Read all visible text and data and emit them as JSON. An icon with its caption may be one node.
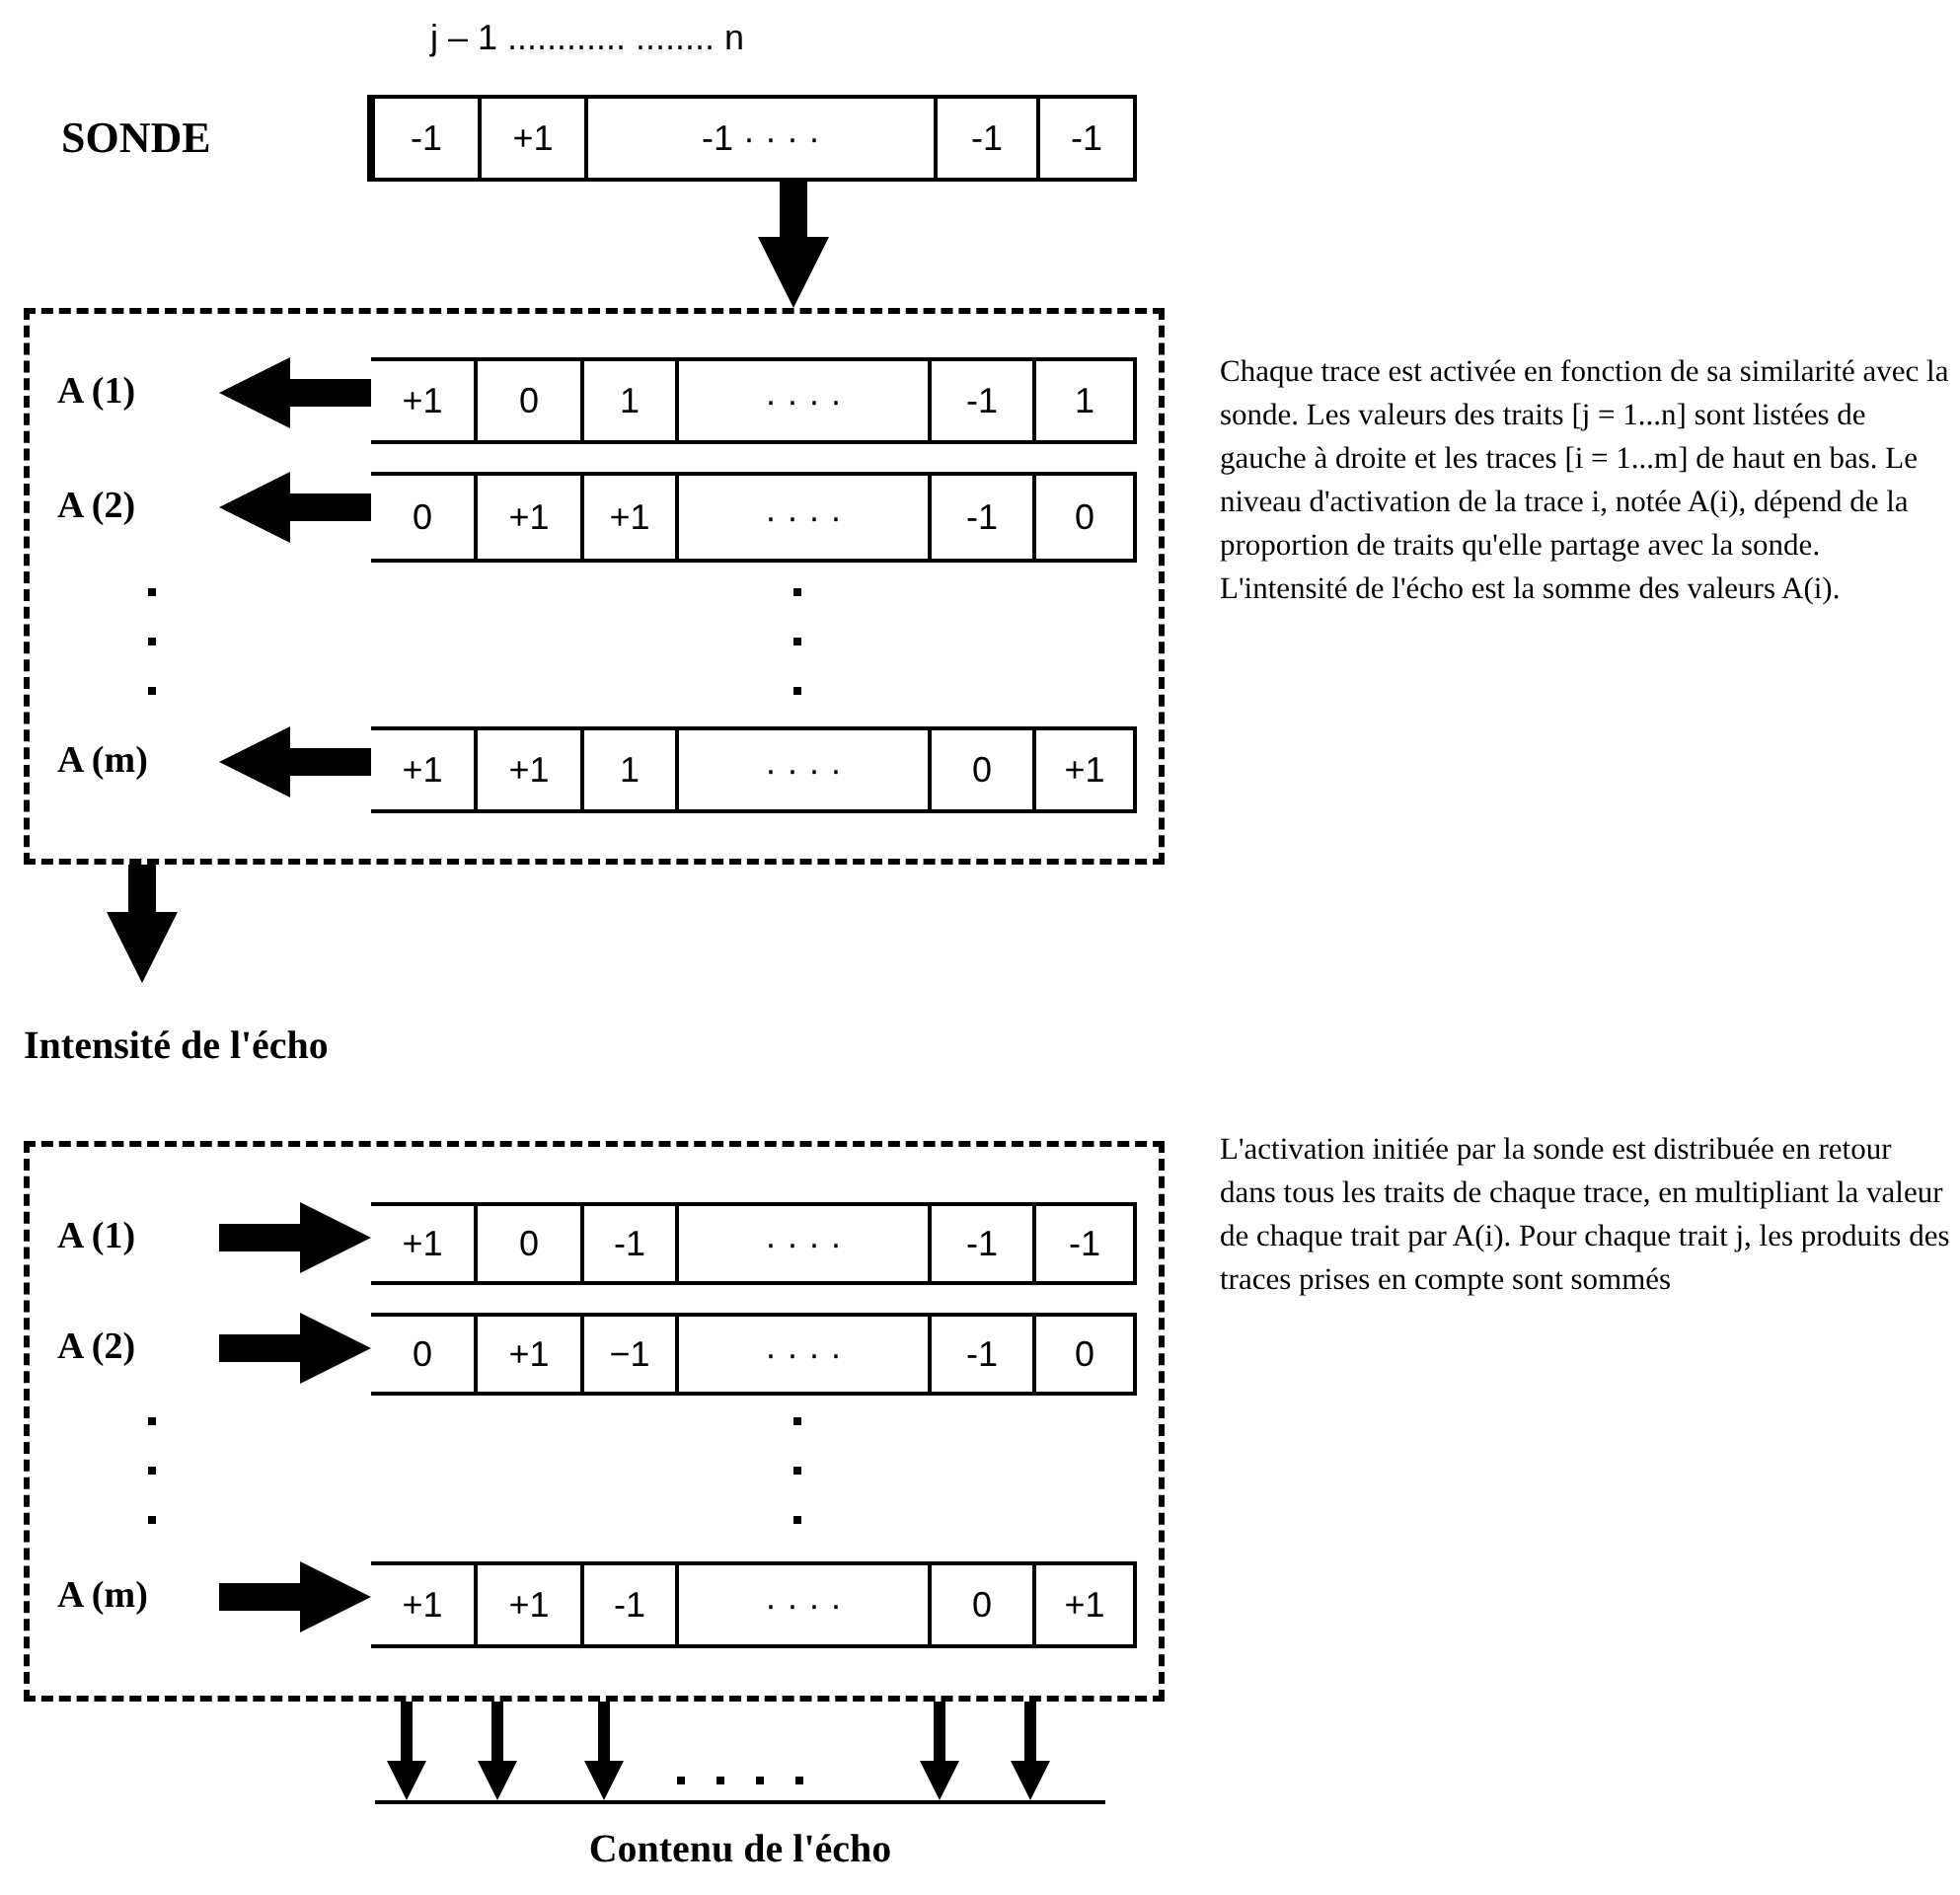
{
  "diagram": {
    "nodes": [
      {
        "text": [
          "-1",
          "+1",
          "-1 · · · ·",
          "-1",
          "-1"
        ],
        "beside": [
          "SONDE"
        ]
      },
      {
        "text": [],
        "shape": "box"
      },
      {
        "text": [
          "A (1)"
        ],
        "in": 1
      },
      {
        "text": [
          "+1",
          "0",
          "1",
          "· · · ·",
          "-1",
          "1"
        ],
        "in": 1
      },
      {
        "text": [
          "A (2)"
        ],
        "in": 1
      },
      {
        "text": [
          "0",
          "+1",
          "+1",
          "· · · ·",
          "-1",
          "0"
        ],
        "in": 1
      },
      {
        "text": [
          "A (m)"
        ],
        "in": 1
      },
      {
        "text": [
          "+1",
          "+1",
          "1",
          "· · · ·",
          "0",
          "+1"
        ],
        "in": 1
      },
      {
        "text": [
          "Intensité de l'écho"
        ]
      },
      {
        "text": [],
        "shape": "box"
      },
      {
        "text": [
          "A (1)"
        ],
        "in": 9
      },
      {
        "text": [
          "+1",
          "0",
          "-1",
          "· · · ·",
          "-1",
          "-1"
        ],
        "in": 9
      },
      {
        "text": [
          "A (2)"
        ],
        "in": 9
      },
      {
        "text": [
          "0",
          "+1",
          "−1",
          "· · · ·",
          "-1",
          "0"
        ],
        "in": 9
      },
      {
        "text": [
          "A (m)"
        ],
        "in": 9
      },
      {
        "text": [
          "+1",
          "+1",
          "-1",
          "· · · ·",
          "0",
          "+1"
        ],
        "in": 9
      },
      {
        "text": [
          "Contenu de l'écho"
        ]
      }
    ],
    "edges": [
      {
        "from": 0,
        "to": 1,
        "arrow": "to"
      },
      {
        "from": 3,
        "to": 2,
        "arrow": "to"
      },
      {
        "from": 5,
        "to": 4,
        "arrow": "to"
      },
      {
        "from": 7,
        "to": 6,
        "arrow": "to"
      },
      {
        "from": 1,
        "to": 8,
        "arrow": "to"
      },
      {
        "from": 10,
        "to": 11,
        "arrow": "to"
      },
      {
        "from": 12,
        "to": 13,
        "arrow": "to"
      },
      {
        "from": 14,
        "to": 15,
        "arrow": "to"
      },
      {
        "from": 9,
        "to": 16,
        "arrow": "to"
      },
      {
        "from": 9,
        "to": 16,
        "arrow": "to"
      },
      {
        "from": 9,
        "to": 16,
        "arrow": "to"
      },
      {
        "from": 9,
        "to": 16,
        "arrow": "to"
      },
      {
        "from": 9,
        "to": 16,
        "arrow": "to"
      }
    ],
    "labels": [
      "j – 1 ............ ........ n",
      "Chaque trace est activée en fonction de sa similarité avec la sonde. Les valeurs des traits [j = 1...n] sont listées de gauche à droite et les traces [i = 1...m] de haut en bas. Le niveau d'activation de la trace i, notée A(i), dépend de la proportion de traits qu'elle partage avec la sonde. L'intensité de l'écho est la somme des valeurs A(i).",
      "L'activation initiée par la sonde est distribuée en retour dans tous les traits de chaque trace, en multipliant la valeur de chaque trait par A(i). Pour chaque trait j, les produits des traces prises en compte sont sommés"
    ]
  }
}
